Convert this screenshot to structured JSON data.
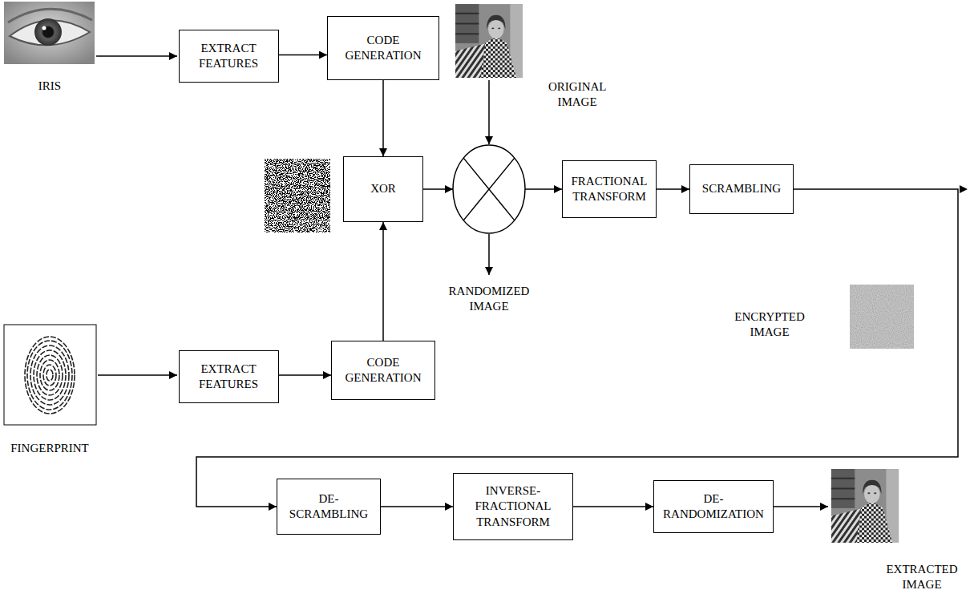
{
  "diagram": {
    "nodes": [
      {
        "text": [
          "EXTRACT FEATURES"
        ]
      },
      {
        "text": [
          "CODE GENERATION"
        ]
      },
      {
        "text": [
          "XOR"
        ]
      },
      {
        "text": [
          "FRACTIONAL TRANSFORM"
        ]
      },
      {
        "text": [
          "SCRAMBLING"
        ]
      },
      {
        "text": [
          "EXTRACT FEATURES"
        ]
      },
      {
        "text": [
          "CODE GENERATION"
        ]
      },
      {
        "text": [
          "DE- SCRAMBLING"
        ]
      },
      {
        "text": [
          "INVERSE- FRACTIONAL TRANSFORM"
        ]
      },
      {
        "text": [
          "DE- RANDOMIZATION"
        ]
      }
    ],
    "edges": [
      {
        "from": 0,
        "to": 1,
        "arrow": "to"
      },
      {
        "from": 1,
        "to": 2,
        "arrow": "to"
      },
      {
        "from": 5,
        "to": 6,
        "arrow": "to"
      },
      {
        "from": 6,
        "to": 2,
        "arrow": "to"
      },
      {
        "from": 2,
        "to": 3,
        "arrow": "to"
      },
      {
        "from": 3,
        "to": 4,
        "arrow": "to"
      },
      {
        "from": 4,
        "to": 7,
        "arrow": "to"
      },
      {
        "from": 7,
        "to": 8,
        "arrow": "to"
      },
      {
        "from": 8,
        "to": 9,
        "arrow": "to"
      }
    ],
    "labels": [
      "IRIS",
      "ORIGINAL IMAGE",
      "RANDOMIZED IMAGE",
      "ENCRYPTED IMAGE",
      "FINGERPRINT",
      "EXTRACTED IMAGE"
    ]
  }
}
